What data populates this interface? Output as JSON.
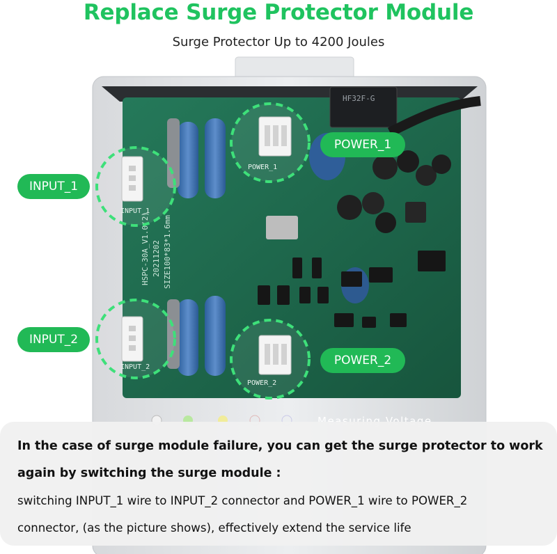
{
  "header": {
    "title": "Replace Surge Protector Module",
    "subtitle": "Surge Protector Up to 4200 Joules"
  },
  "labels": {
    "input_1": "INPUT_1",
    "input_2": "INPUT_2",
    "power_1": "POWER_1",
    "power_2": "POWER_2"
  },
  "board": {
    "relay_text": "HF32F-G",
    "board_model": "HSPC-30A_V1.0(2)",
    "board_date": "20211202",
    "board_size": "SIZE100*83*1.6mm",
    "silk_input_1": "INPUT_1",
    "silk_input_2": "INPUT_2",
    "silk_power_1": "POWER_1",
    "silk_power_2": "POWER_2",
    "measuring_label": "Measuring Voltage"
  },
  "caption": {
    "line1": "In the case of surge module failure, you can get the surge protector to work",
    "line2": "again by switching the surge module :",
    "line3": "switching INPUT_1 wire to INPUT_2 connector and POWER_1 wire to POWER_2",
    "line4": "connector, (as the picture shows), effectively extend the service life"
  },
  "colors": {
    "accent": "#21b956",
    "title": "#1fc35f",
    "dash": "#3ee07a",
    "pcb": "#1f6a4c"
  }
}
